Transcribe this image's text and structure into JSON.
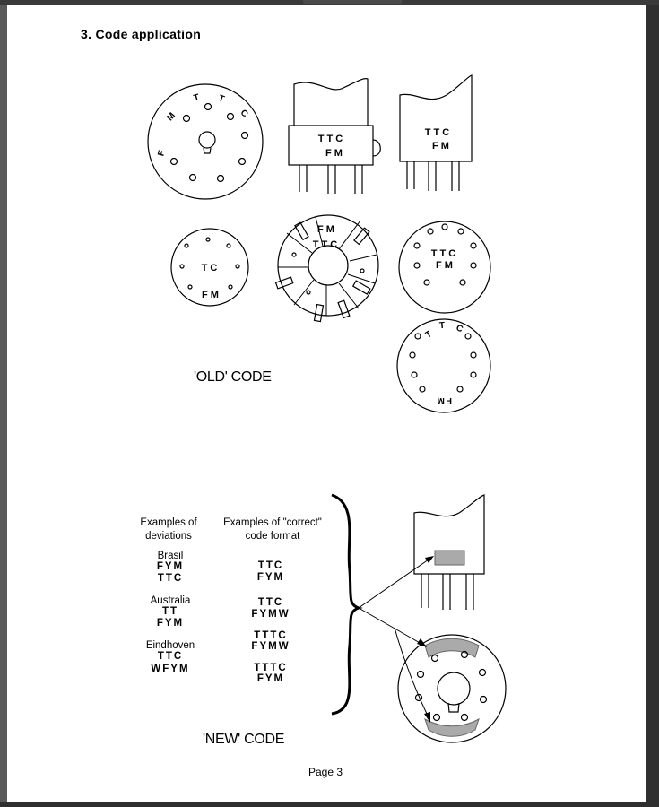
{
  "section_title": "3. Code application",
  "old_code": {
    "caption": "'OLD' CODE",
    "base_large_letters": [
      "F",
      "M",
      "T",
      "T",
      "C"
    ],
    "tube_front_line1": "TTC",
    "tube_front_line2": "FM",
    "tube_side_line1": "TTC",
    "tube_side_line2": "FM",
    "socket_small_center": "TC",
    "socket_small_bottom": "FM",
    "socket_ribbed_line1": "FM",
    "socket_ribbed_line2": "TTC",
    "socket_pins_line1": "TTC",
    "socket_pins_line2": "FM",
    "base_rotated_top_letters": [
      "T",
      "T",
      "C"
    ],
    "base_rotated_bottom": "FM"
  },
  "new_code": {
    "caption": "'NEW' CODE",
    "deviations_header": "Examples of deviations",
    "correct_header": "Examples of \"correct\" code format",
    "deviations": [
      {
        "place": "Brasil",
        "lines": [
          "FYM",
          "TTC"
        ]
      },
      {
        "place": "Australia",
        "lines": [
          "TT",
          "FYM"
        ]
      },
      {
        "place": "Eindhoven",
        "lines": [
          "TTC",
          "WFYM"
        ]
      }
    ],
    "correct": [
      {
        "lines": [
          "TTC",
          "FYM"
        ]
      },
      {
        "lines": [
          "TTC",
          "FYMW"
        ]
      },
      {
        "lines": [
          "TTTC",
          "FYMW"
        ]
      },
      {
        "lines": [
          "TTTC",
          "FYM"
        ]
      }
    ]
  },
  "footer": {
    "page_label": "Page 3"
  }
}
